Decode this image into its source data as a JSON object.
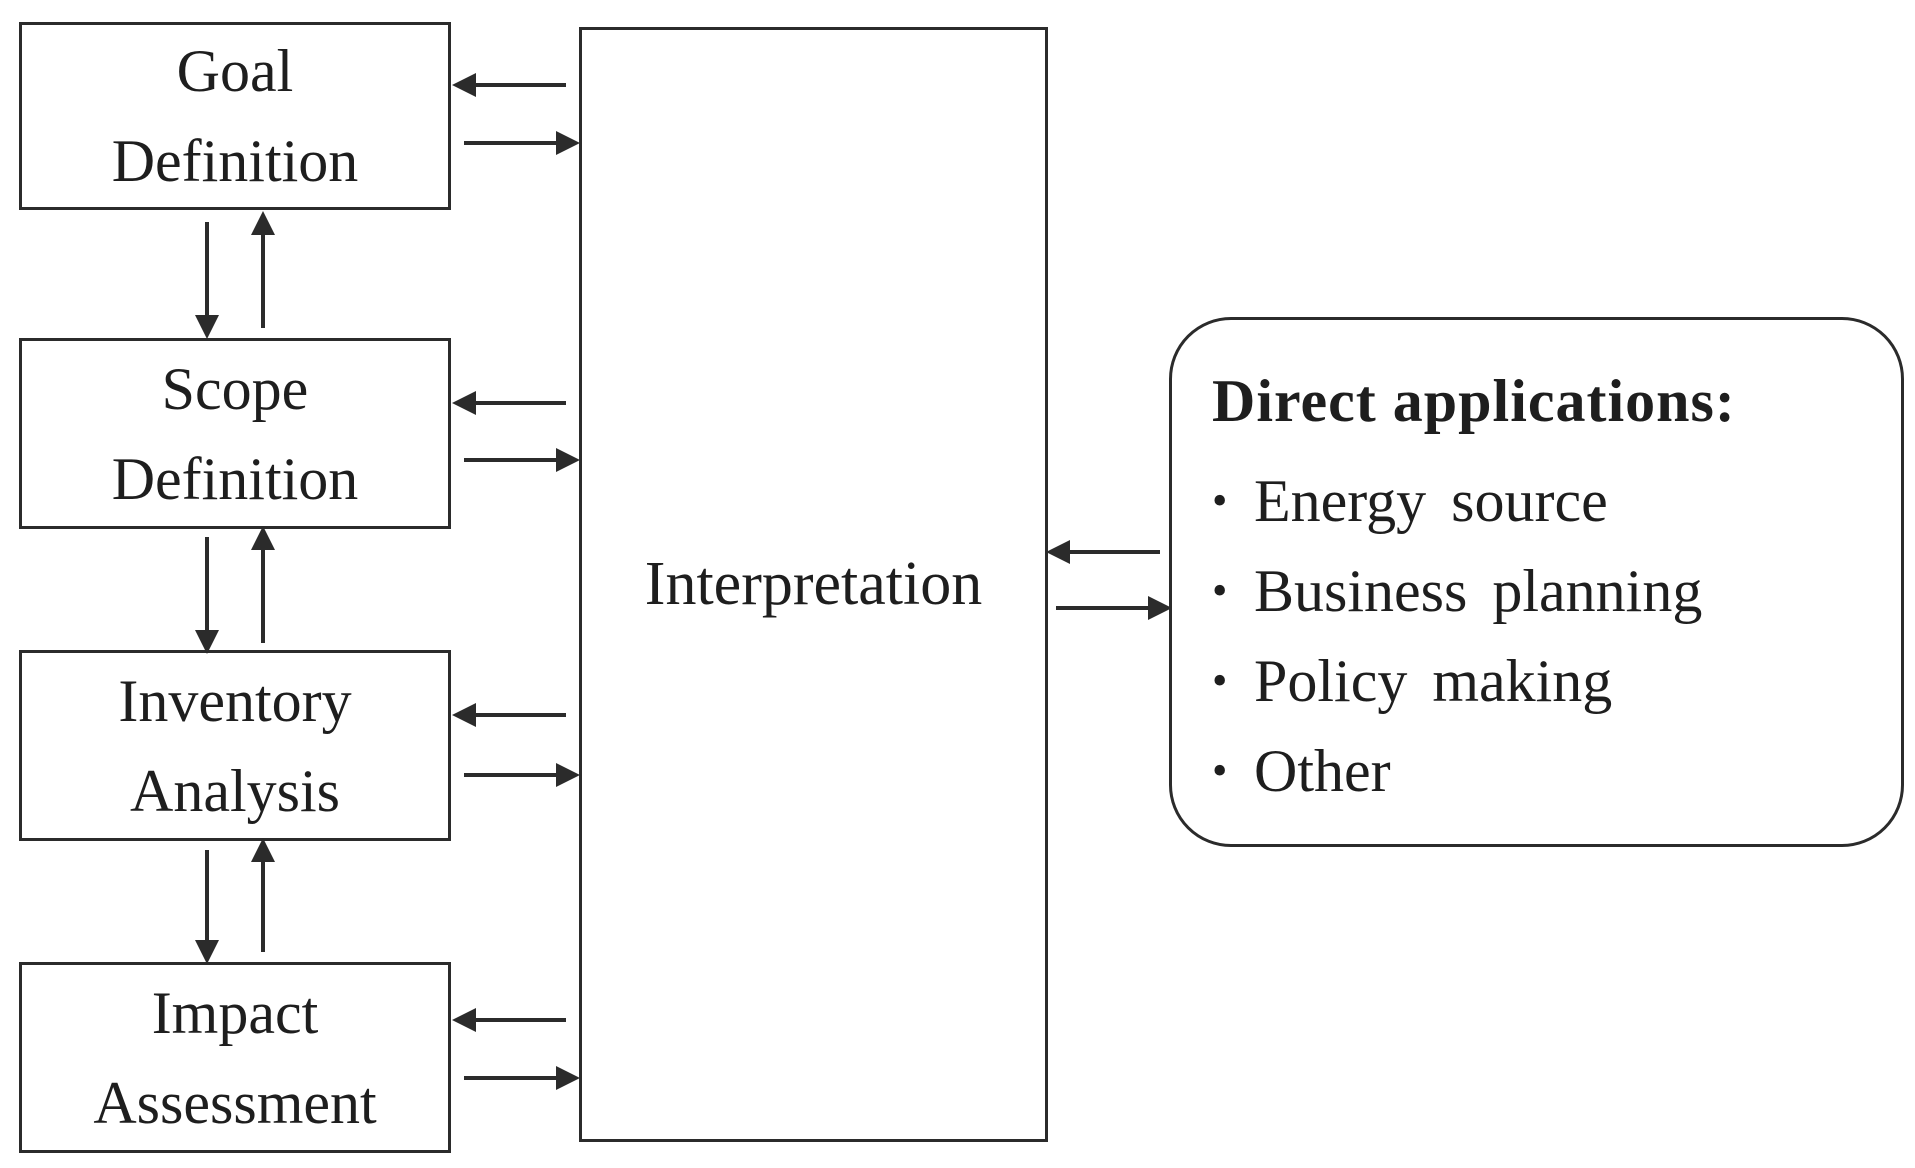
{
  "stages": {
    "goal": {
      "line1": "Goal",
      "line2": "Definition"
    },
    "scope": {
      "line1": "Scope",
      "line2": "Definition"
    },
    "inventory": {
      "line1": "Inventory",
      "line2": "Analysis"
    },
    "impact": {
      "line1": "Impact",
      "line2": "Assessment"
    }
  },
  "interpretation": {
    "label": "Interpretation"
  },
  "applications": {
    "heading": "Direct applications:",
    "items": [
      "Energy source",
      "Business planning",
      "Policy making",
      "Other"
    ]
  },
  "colors": {
    "stroke": "#2b2b2b",
    "text": "#1e1e1e",
    "background": "#ffffff"
  }
}
